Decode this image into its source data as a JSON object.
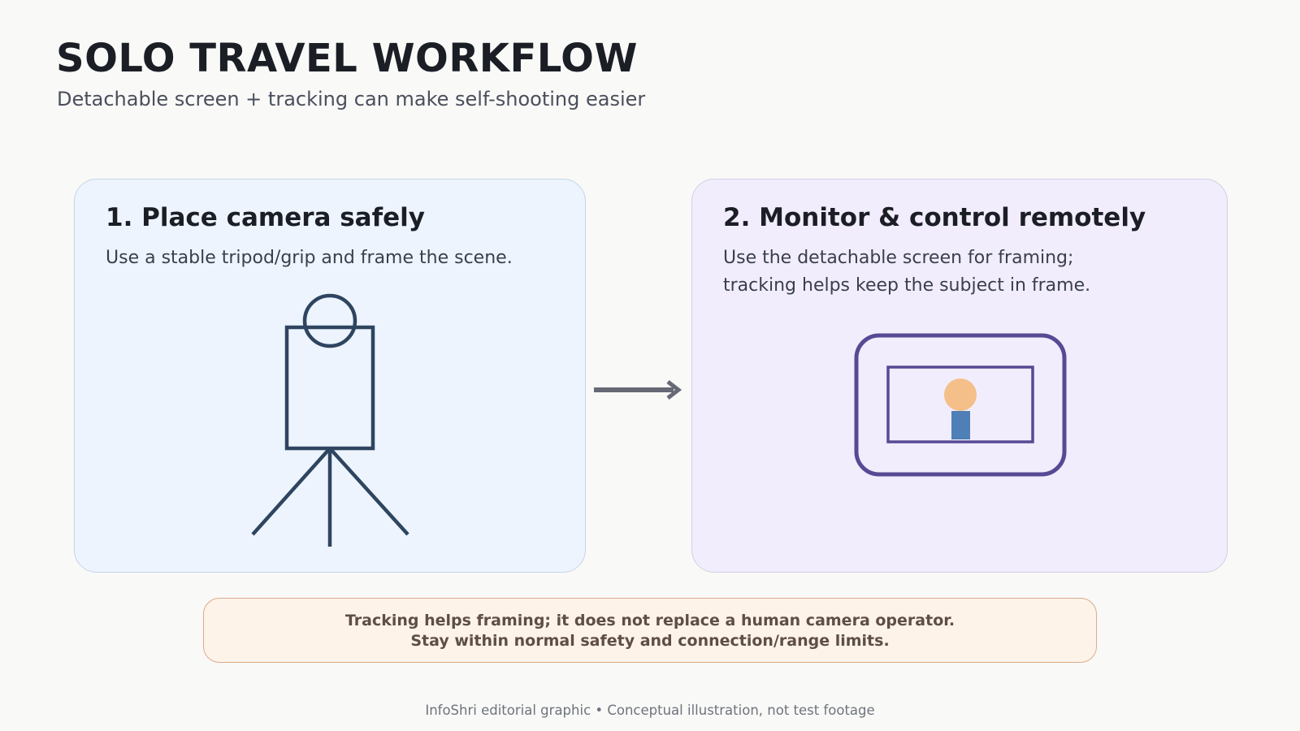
{
  "header": {
    "title": "SOLO TRAVEL WORKFLOW",
    "subtitle": "Detachable screen + tracking can make self-shooting easier"
  },
  "steps": [
    {
      "title": "1. Place camera safely",
      "lines": [
        "Use a stable tripod/grip and frame the scene."
      ],
      "icon": "camera-on-tripod-icon"
    },
    {
      "title": "2. Monitor & control remotely",
      "lines": [
        "Use the detachable screen for framing;",
        "tracking helps keep the subject in frame."
      ],
      "icon": "detachable-screen-icon"
    }
  ],
  "connector_icon": "arrow-right-icon",
  "note": {
    "lines": [
      "Tracking helps framing; it does not replace a human camera operator.",
      "Stay within normal safety and connection/range limits."
    ]
  },
  "footer": "InfoShri editorial graphic • Conceptual illustration, not test footage",
  "colors": {
    "background": "#f9f9f7",
    "card_1_fill": "#edf4fe",
    "card_2_fill": "#f1edfd",
    "tripod_stroke": "#2e4560",
    "screen_stroke": "#574a94",
    "subject_head": "#f4bf89",
    "subject_body": "#4f7fb7",
    "arrow": "#676a75",
    "note_fill": "#fef3e9",
    "note_border": "#ddab88"
  }
}
